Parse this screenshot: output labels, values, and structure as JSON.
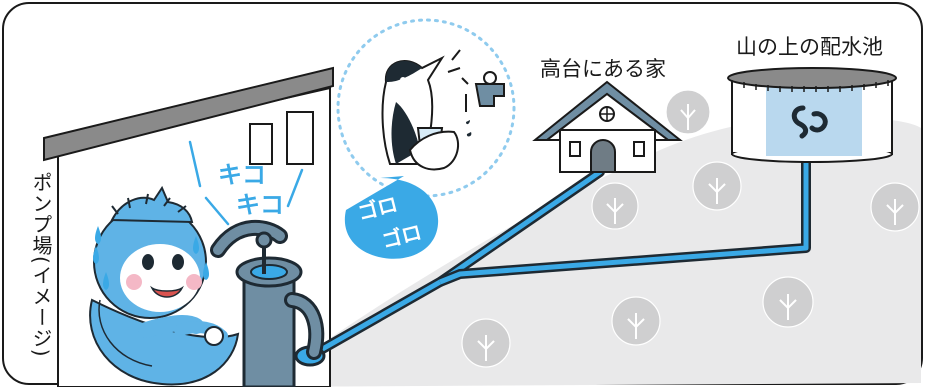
{
  "labels": {
    "pump_station": "ポンプ場(イメージ)",
    "house_on_hill": "高台にある家",
    "reservoir": "山の上の配水池"
  },
  "sound_effects": {
    "squeak_1": "キコ",
    "squeak_2": "キコ",
    "gulp_1": "ゴロ",
    "gulp_2": "ゴロ"
  },
  "icons": {
    "reservoir_logo": "water-utility-logo",
    "pipe": "blue-water-pipe"
  },
  "colors": {
    "pipe_blue": "#3aa9e6",
    "pipe_dark": "#1e2a33",
    "hill": "#e6e6e6",
    "tree": "#cfcfd0",
    "mascot_blue": "#5fb3e6",
    "bubble_blue": "#3aa9e6"
  }
}
